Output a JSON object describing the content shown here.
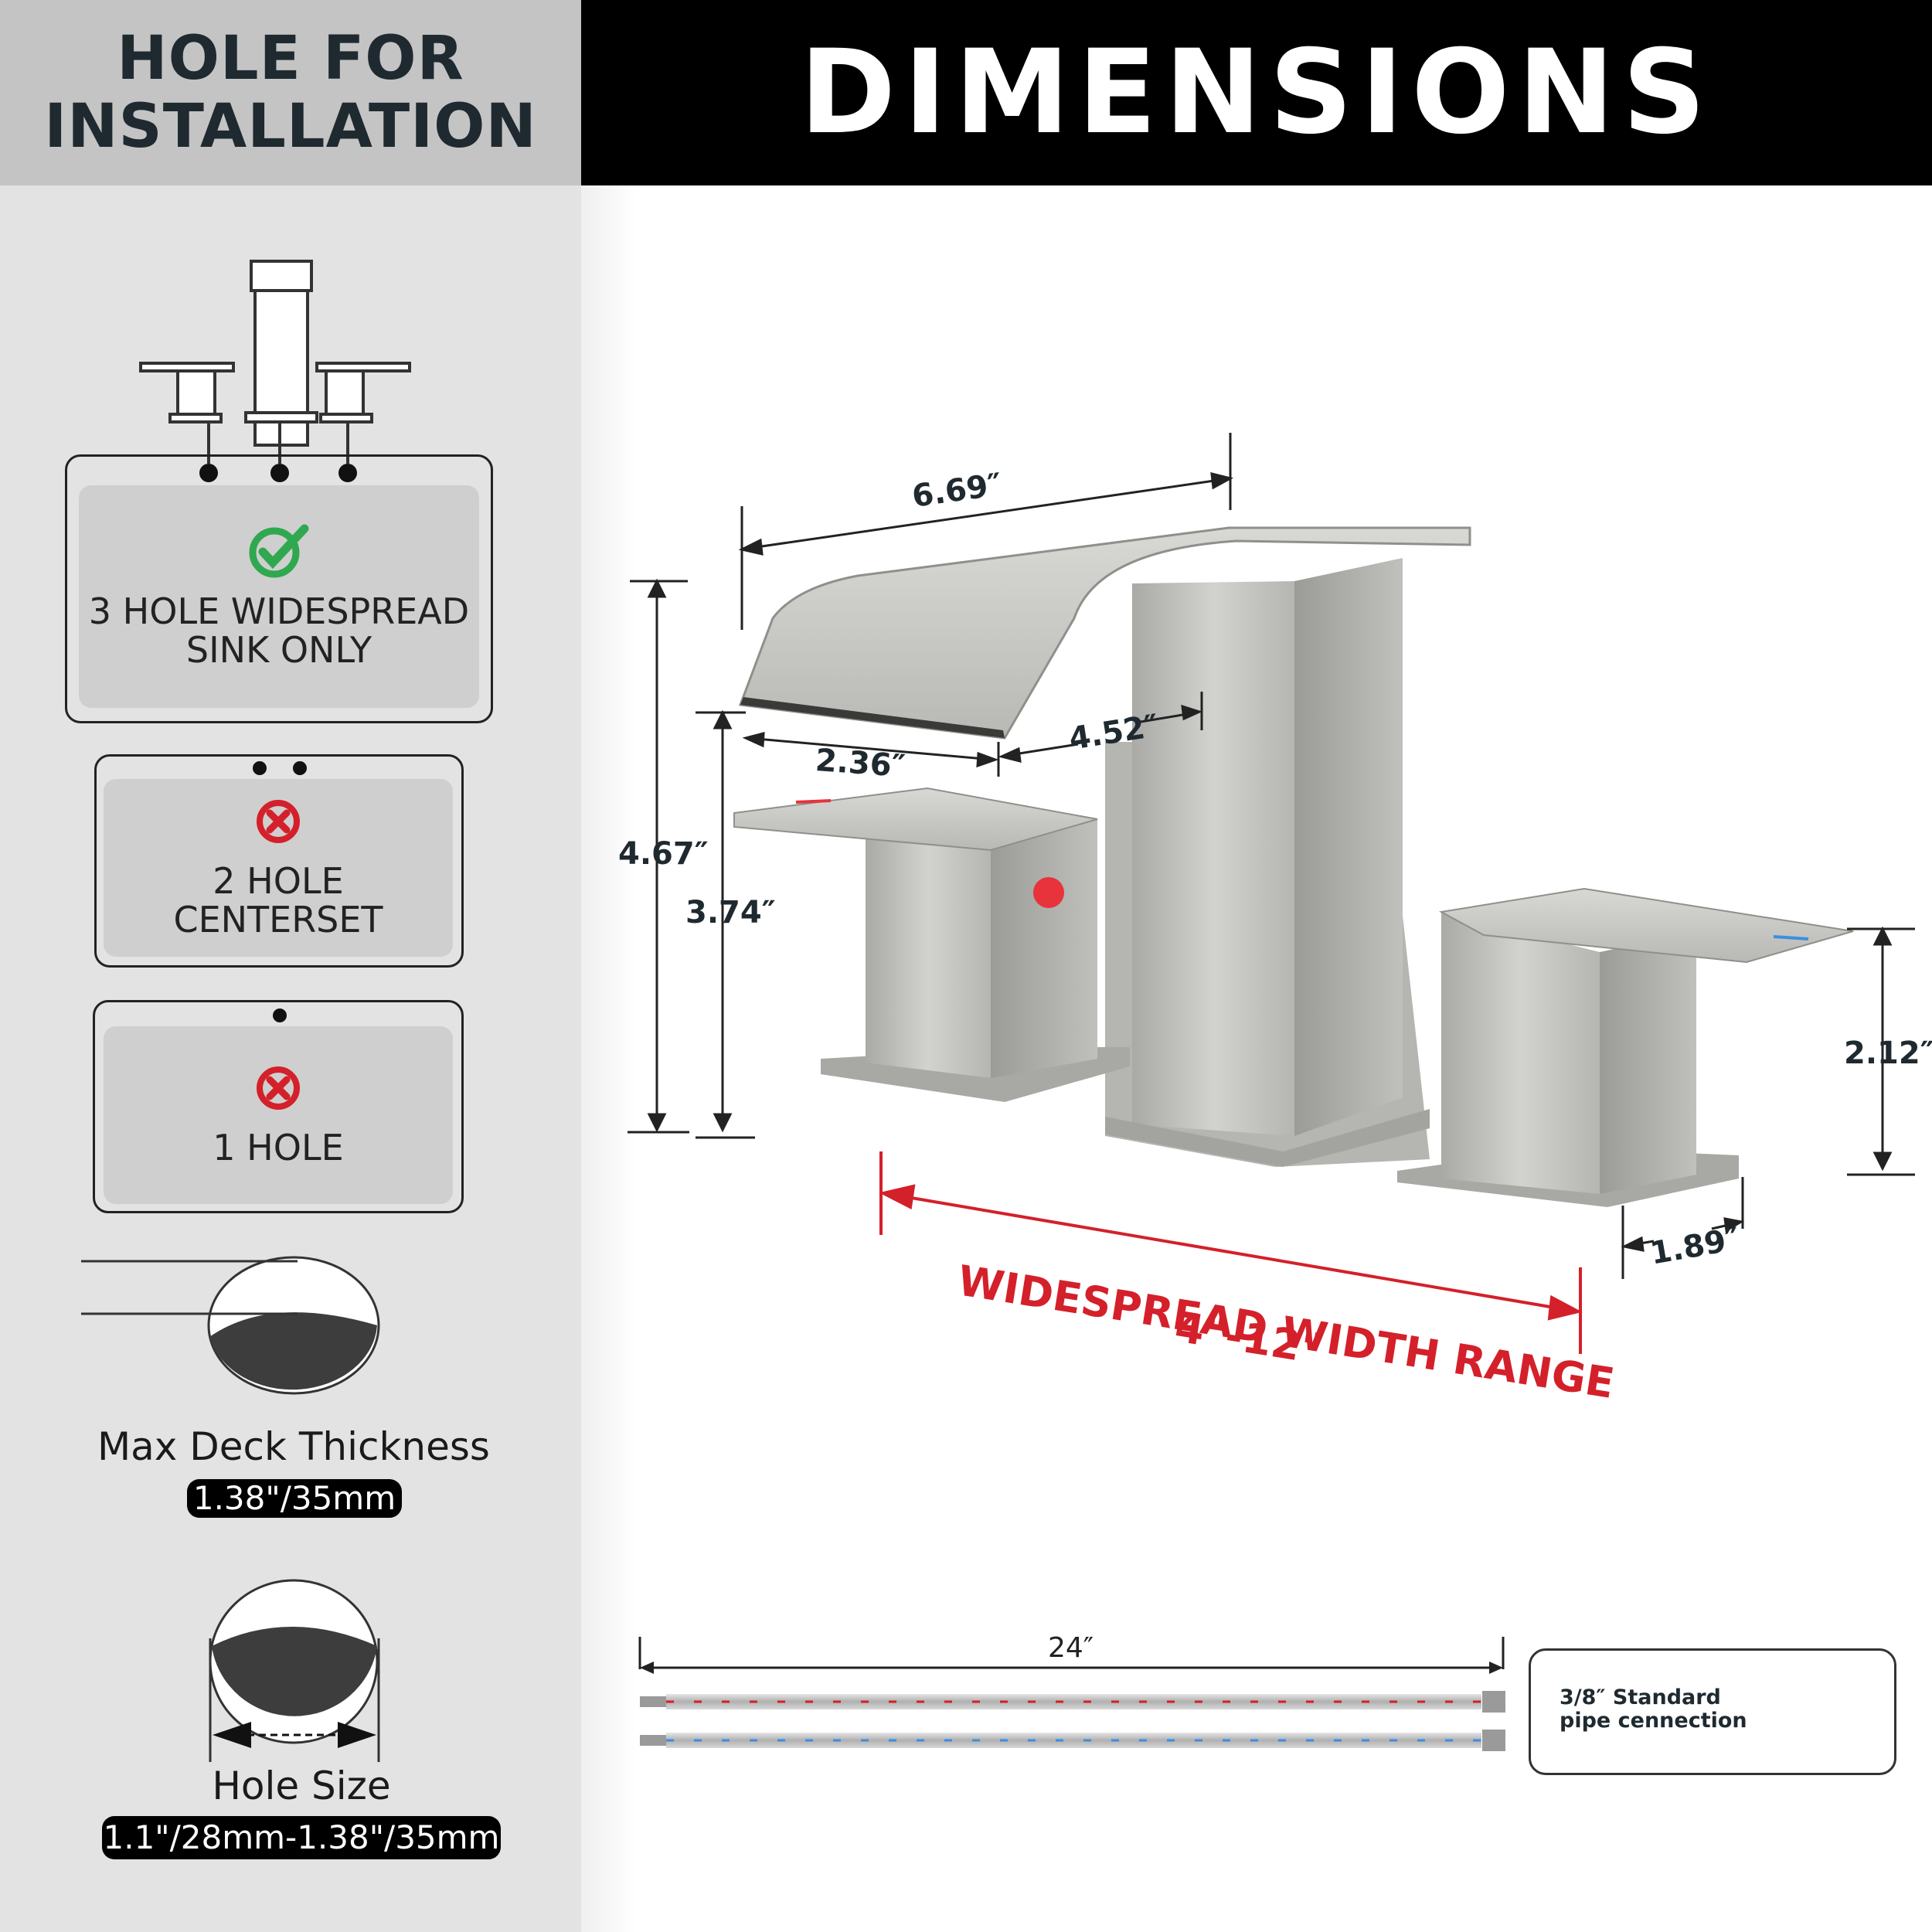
{
  "left_header": {
    "line1": "HOLE FOR",
    "line2": "INSTALLATION"
  },
  "right_header": {
    "title": "DIMENSIONS"
  },
  "sinks": [
    {
      "label1": "3 HOLE WIDESPREAD",
      "label2": "SINK ONLY",
      "status": "compatible"
    },
    {
      "label1": "2 HOLE CENTERSET",
      "status": "incompatible"
    },
    {
      "label1": "1 HOLE",
      "status": "incompatible"
    }
  ],
  "deck": {
    "caption": "Max Deck Thickness",
    "value": "1.38\"/35mm"
  },
  "hole": {
    "caption": "Hole Size",
    "value": "1.1\"/28mm-1.38\"/35mm"
  },
  "dimensions": {
    "spout_length": "6.69″",
    "spout_width": "2.36″",
    "spout_reach": "4.52″",
    "total_height": "4.67″",
    "spout_height": "3.74″",
    "handle_height": "2.12″",
    "base_width": "1.89″",
    "range_label": "WIDESPREAD WIDTH RANGE",
    "range_value": "4\"-12\"",
    "hose_length": "24″"
  },
  "connector": {
    "line1": "3/8″ Standard",
    "line2": "pipe cennection"
  },
  "colors": {
    "accent_red": "#d4202a",
    "check_green": "#2fa84f",
    "hot_red": "#e8323c",
    "cold_blue": "#3b8fe0",
    "metal": "#bdbdb8"
  }
}
